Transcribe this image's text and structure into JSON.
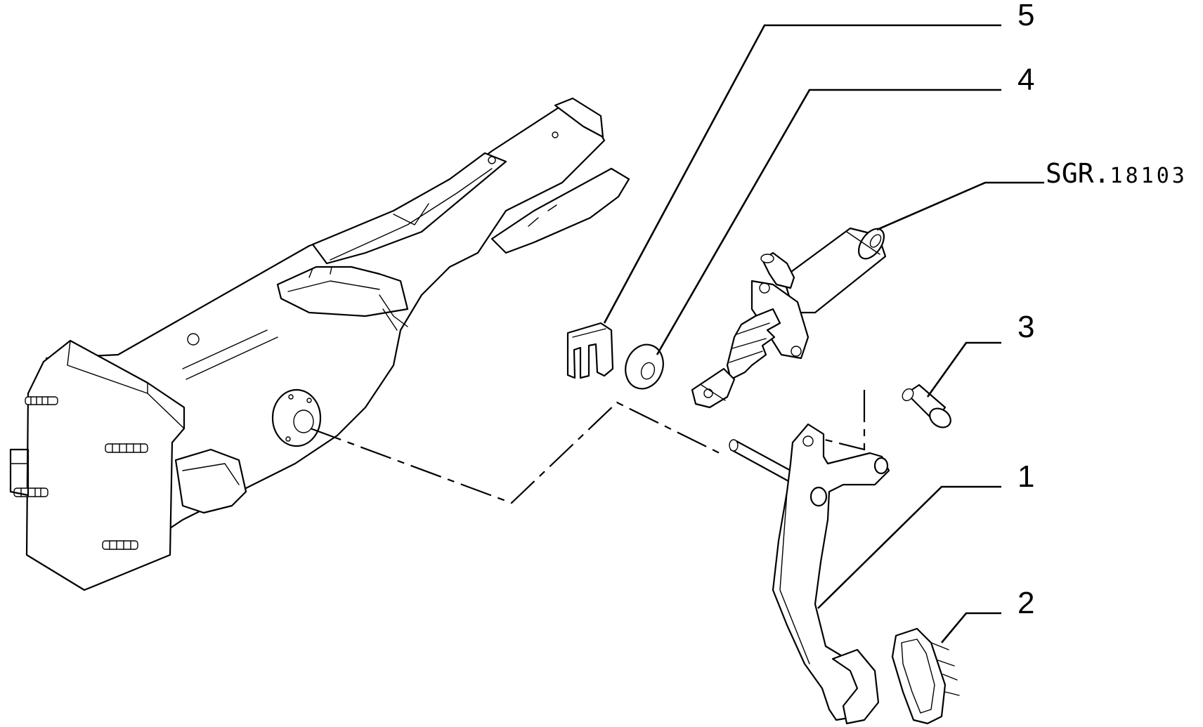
{
  "diagram": {
    "callouts": [
      "5",
      "4",
      "3",
      "1",
      "2"
    ],
    "reference": {
      "prefix": "SGR.",
      "number": "18103"
    }
  }
}
